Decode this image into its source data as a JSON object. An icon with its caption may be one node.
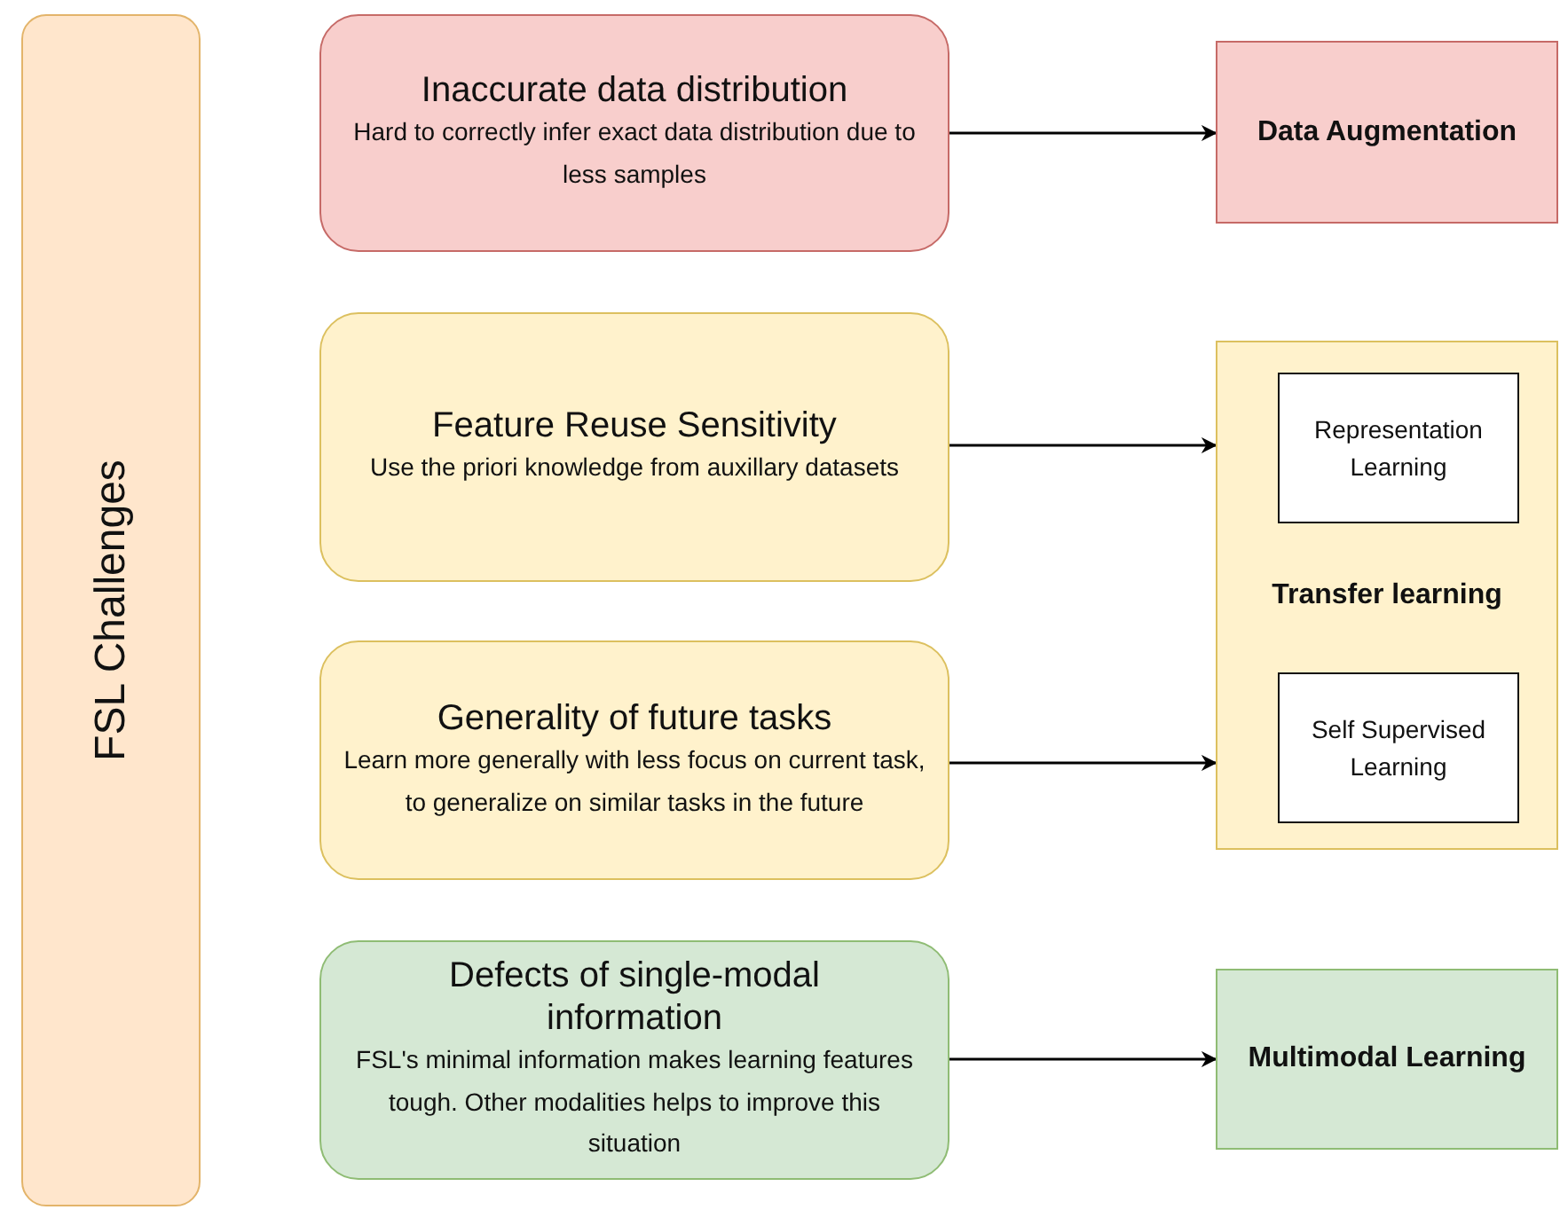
{
  "diagram": {
    "nodes": [
      {
        "text": [
          "FSL Challenges"
        ]
      },
      {
        "text": [
          "Inaccurate data distribution",
          "Hard to correctly infer exact data distribution due to less samples"
        ]
      },
      {
        "text": [
          "Feature Reuse Sensitivity",
          "Use the priori knowledge from auxillary datasets"
        ]
      },
      {
        "text": [
          "Generality of future tasks",
          "Learn more generally with less focus on current task, to generalize on similar tasks in the future"
        ]
      },
      {
        "text": [
          "Defects of single-modal information",
          "FSL's minimal information makes learning features tough. Other modalities helps to improve this situation"
        ]
      },
      {
        "text": [
          "Data Augmentation"
        ]
      },
      {
        "text": [
          "Transfer learning"
        ]
      },
      {
        "text": [
          "Representation Learning"
        ],
        "in": 6
      },
      {
        "text": [
          "Self Supervised Learning"
        ],
        "in": 6
      },
      {
        "text": [
          "Multimodal Learning"
        ]
      }
    ],
    "edges": [
      {
        "from": 1,
        "to": 5,
        "arrow": "to"
      },
      {
        "from": 2,
        "to": 6,
        "arrow": "to"
      },
      {
        "from": 3,
        "to": 6,
        "arrow": "to"
      },
      {
        "from": 4,
        "to": 9,
        "arrow": "to"
      }
    ]
  }
}
